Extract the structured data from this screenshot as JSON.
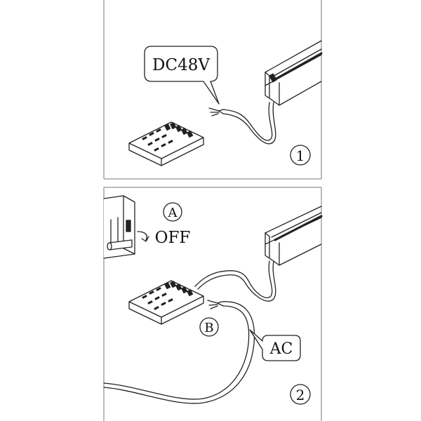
{
  "panel1": {
    "callout_text": "DC48V",
    "step_number": "1"
  },
  "panel2": {
    "label_a": "A",
    "switch_state": "OFF",
    "label_b": "B",
    "callout_text": "AC",
    "step_number": "2"
  },
  "colors": {
    "stroke": "#222222",
    "panel_border": "#777777",
    "background": "#ffffff"
  }
}
